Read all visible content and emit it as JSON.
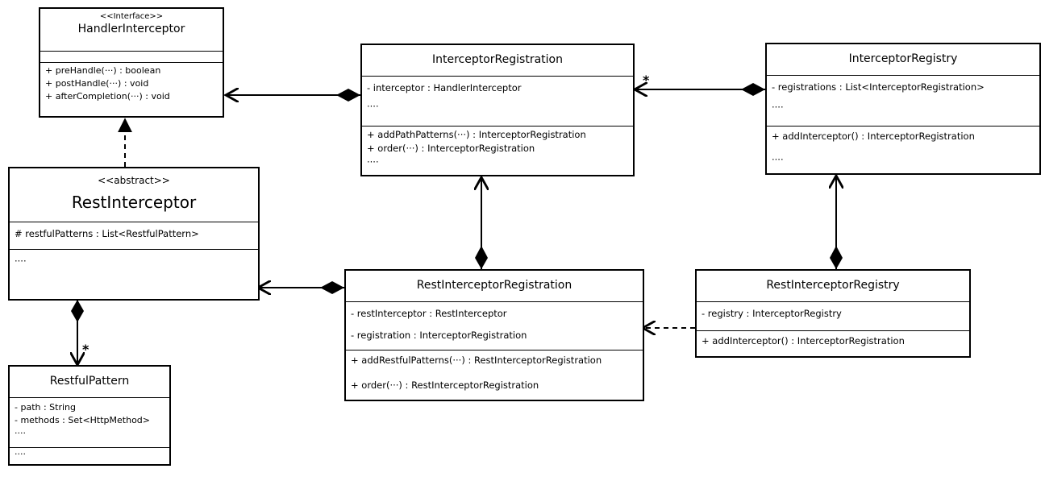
{
  "classes": {
    "handler_interceptor": {
      "stereotype": "<<Interface>>",
      "name": "HandlerInterceptor",
      "attributes": [],
      "methods": [
        "+ preHandle(···) : boolean",
        "+ postHandle(···) : void",
        "+ afterCompletion(···) : void"
      ]
    },
    "interceptor_registration": {
      "name": "InterceptorRegistration",
      "attributes": [
        "- interceptor : HandlerInterceptor",
        "····"
      ],
      "methods": [
        "+ addPathPatterns(···) : InterceptorRegistration",
        "+ order(···) : InterceptorRegistration",
        "····"
      ]
    },
    "interceptor_registry": {
      "name": "InterceptorRegistry",
      "attributes": [
        "- registrations : List<InterceptorRegistration>",
        "····"
      ],
      "methods": [
        "+ addInterceptor() : InterceptorRegistration",
        "····"
      ]
    },
    "rest_interceptor": {
      "stereotype": "<<abstract>>",
      "name": "RestInterceptor",
      "attributes": [
        "# restfulPatterns : List<RestfulPattern>"
      ],
      "methods": [
        "····"
      ]
    },
    "rest_interceptor_registration": {
      "name": "RestInterceptorRegistration",
      "attributes": [
        "- restInterceptor : RestInterceptor",
        "- registration : InterceptorRegistration"
      ],
      "methods": [
        "+ addRestfulPatterns(···) : RestInterceptorRegistration",
        "+ order(···) : RestInterceptorRegistration"
      ]
    },
    "rest_interceptor_registry": {
      "name": "RestInterceptorRegistry",
      "attributes": [
        "- registry : InterceptorRegistry"
      ],
      "methods": [
        "+ addInterceptor() : InterceptorRegistration"
      ]
    },
    "restful_pattern": {
      "name": "RestfulPattern",
      "attributes": [
        "- path : String",
        "- methods : Set<HttpMethod>",
        "····"
      ],
      "methods": [
        "····"
      ]
    }
  },
  "multiplicities": {
    "registry_to_registration": "*",
    "rest_interceptor_to_pattern": "*"
  }
}
